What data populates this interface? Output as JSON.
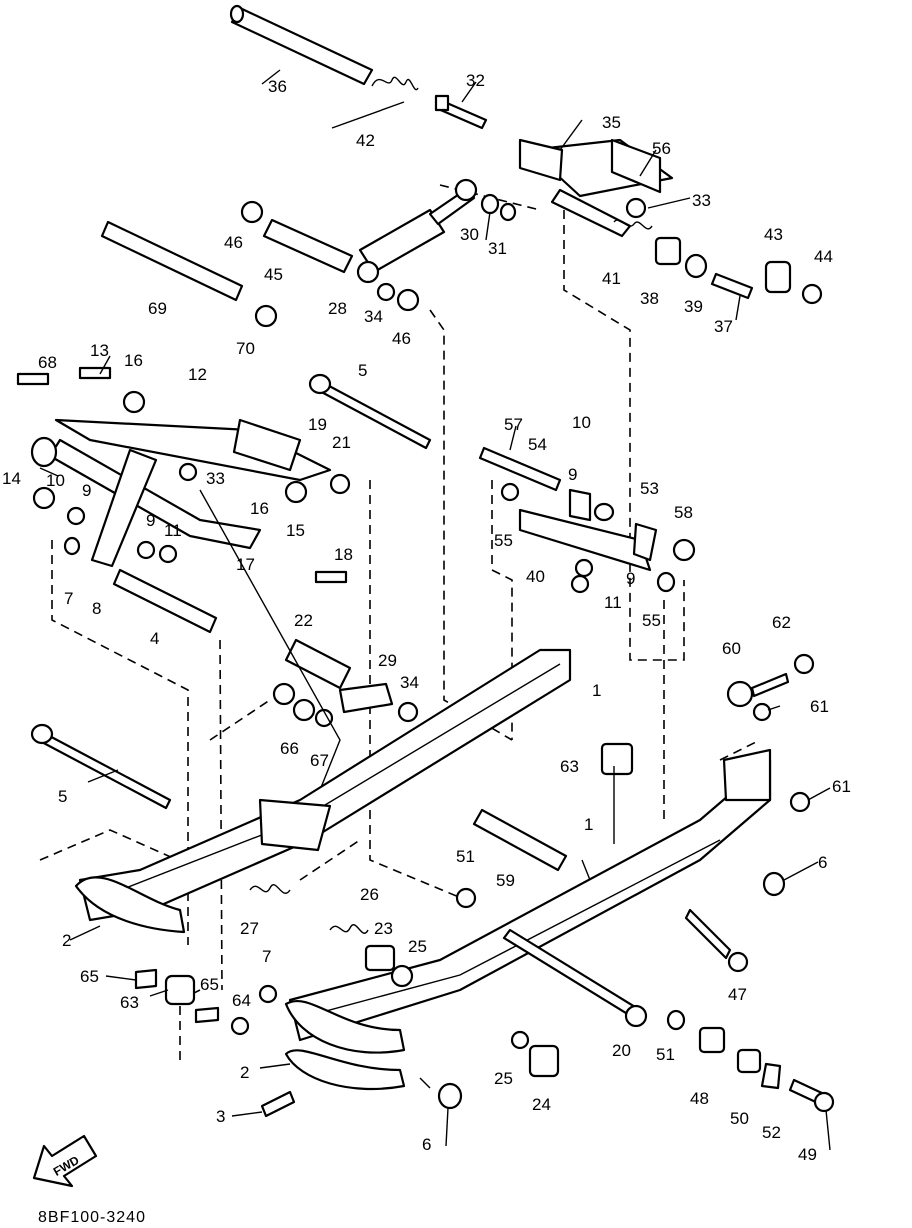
{
  "diagram": {
    "part_labels": [
      "36",
      "42",
      "32",
      "35",
      "56",
      "33",
      "43",
      "44",
      "46",
      "45",
      "30",
      "31",
      "41",
      "38",
      "39",
      "37",
      "69",
      "28",
      "34",
      "46",
      "70",
      "68",
      "13",
      "16",
      "12",
      "5",
      "10",
      "57",
      "54",
      "19",
      "21",
      "14",
      "10",
      "9",
      "33",
      "16",
      "15",
      "9",
      "53",
      "58",
      "9",
      "11",
      "17",
      "55",
      "18",
      "40",
      "9",
      "11",
      "7",
      "8",
      "4",
      "55",
      "22",
      "62",
      "60",
      "29",
      "34",
      "1",
      "61",
      "66",
      "67",
      "63",
      "5",
      "61",
      "51",
      "6",
      "59",
      "1",
      "2",
      "27",
      "26",
      "23",
      "25",
      "7",
      "65",
      "63",
      "65",
      "64",
      "47",
      "20",
      "51",
      "2",
      "25",
      "48",
      "50",
      "52",
      "3",
      "24",
      "6",
      "49"
    ],
    "drawing_code": "8BF100-3240",
    "arrow_label": "FWD"
  }
}
